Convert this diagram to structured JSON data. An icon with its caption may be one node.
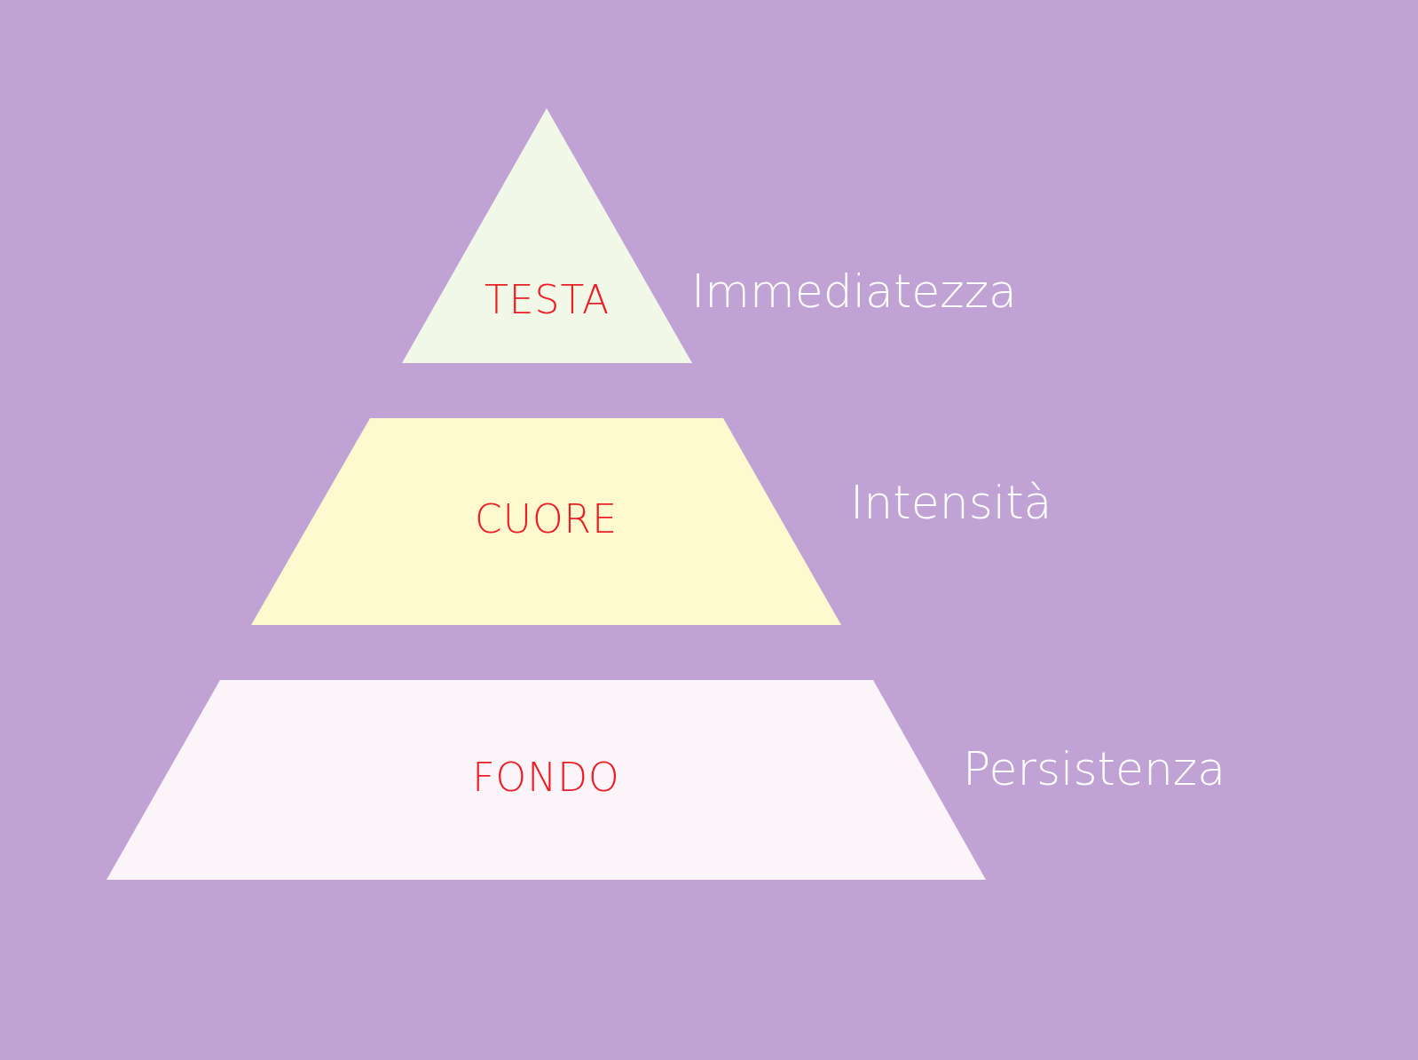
{
  "diagram": {
    "nodes": [
      {
        "text": [
          "TESTA"
        ],
        "beside": [
          "Immediatezza"
        ]
      },
      {
        "text": [
          "CUORE"
        ],
        "beside": [
          "Intensità"
        ]
      },
      {
        "text": [
          "FONDO"
        ],
        "beside": [
          "Persistenza"
        ]
      }
    ]
  }
}
